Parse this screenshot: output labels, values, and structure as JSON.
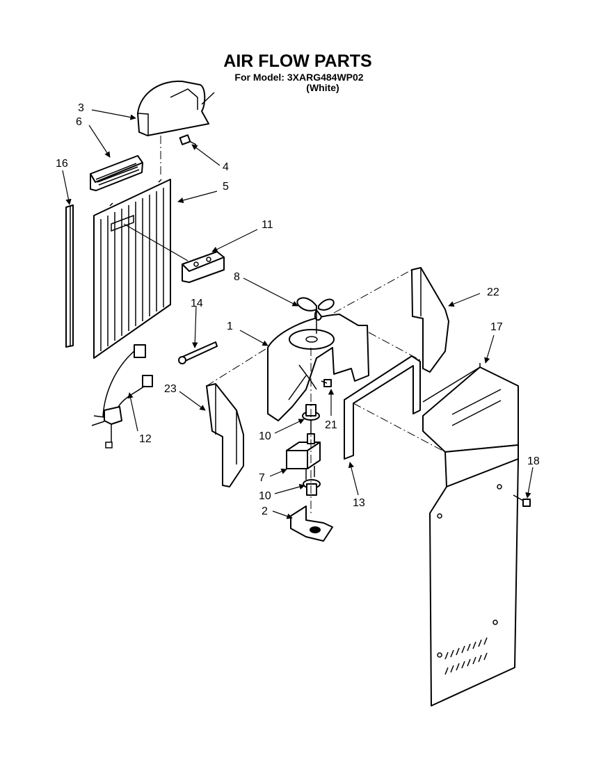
{
  "header": {
    "title": "AIR FLOW PARTS",
    "model_line": "For Model: 3XARG484WP02",
    "color_line": "(White)"
  },
  "callouts": {
    "c1": "1",
    "c2": "2",
    "c3": "3",
    "c4": "4",
    "c5": "5",
    "c6": "6",
    "c7": "7",
    "c8": "8",
    "c10a": "10",
    "c10b": "10",
    "c11": "11",
    "c12": "12",
    "c13": "13",
    "c14": "14",
    "c16": "16",
    "c17": "17",
    "c18": "18",
    "c21": "21",
    "c22": "22",
    "c23": "23"
  }
}
